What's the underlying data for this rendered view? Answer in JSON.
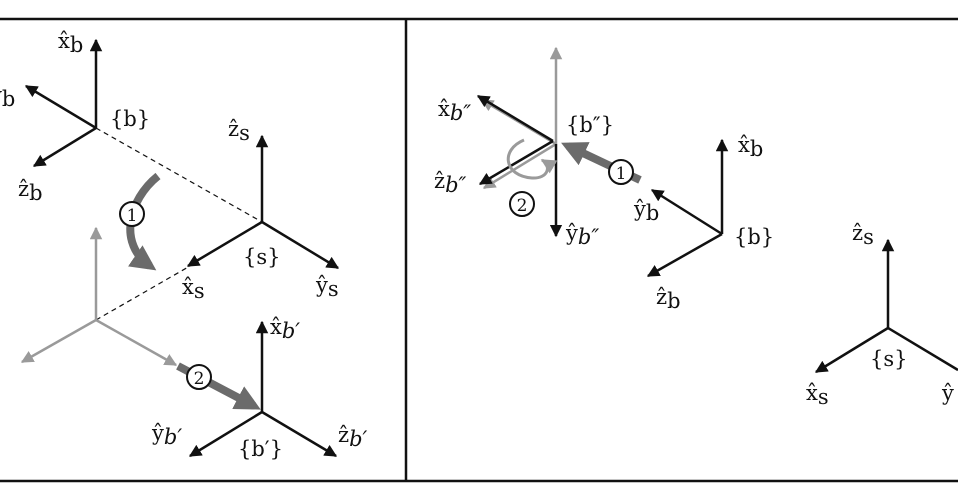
{
  "colors": {
    "black": "#111111",
    "gray": "#9a9a9a",
    "dark_gray": "#6b6b6b"
  },
  "left_panel": {
    "frame_b": {
      "label": "{b}",
      "x_hat": "x̂",
      "x_sub": "b",
      "y_hat": "ŷ",
      "y_sub": "b",
      "z_hat": "ẑ",
      "z_sub": "b"
    },
    "frame_s": {
      "label": "{s}",
      "x_hat": "x̂",
      "x_sub": "s",
      "y_hat": "ŷ",
      "y_sub": "s",
      "z_hat": "ẑ",
      "z_sub": "s"
    },
    "frame_b_prime": {
      "label": "{b′}",
      "x_hat": "x̂",
      "x_sub": "b′",
      "y_hat": "ŷ",
      "y_sub": "b′",
      "z_hat": "ẑ",
      "z_sub": "b′"
    },
    "step1": "1",
    "step2": "2"
  },
  "right_panel": {
    "frame_b_dprime": {
      "label": "{b″}",
      "x_hat": "x̂",
      "x_sub": "b″",
      "y_hat": "ŷ",
      "y_sub": "b″",
      "z_hat": "ẑ",
      "z_sub": "b″"
    },
    "frame_b": {
      "label": "{b}",
      "x_hat": "x̂",
      "x_sub": "b",
      "y_hat": "ŷ",
      "y_sub": "b",
      "z_hat": "ẑ",
      "z_sub": "b"
    },
    "frame_s": {
      "label": "{s}",
      "x_hat": "x̂",
      "x_sub": "s",
      "y_hat": "ŷ",
      "z_hat": "ẑ",
      "z_sub": "s"
    },
    "step1": "1",
    "step2": "2"
  }
}
